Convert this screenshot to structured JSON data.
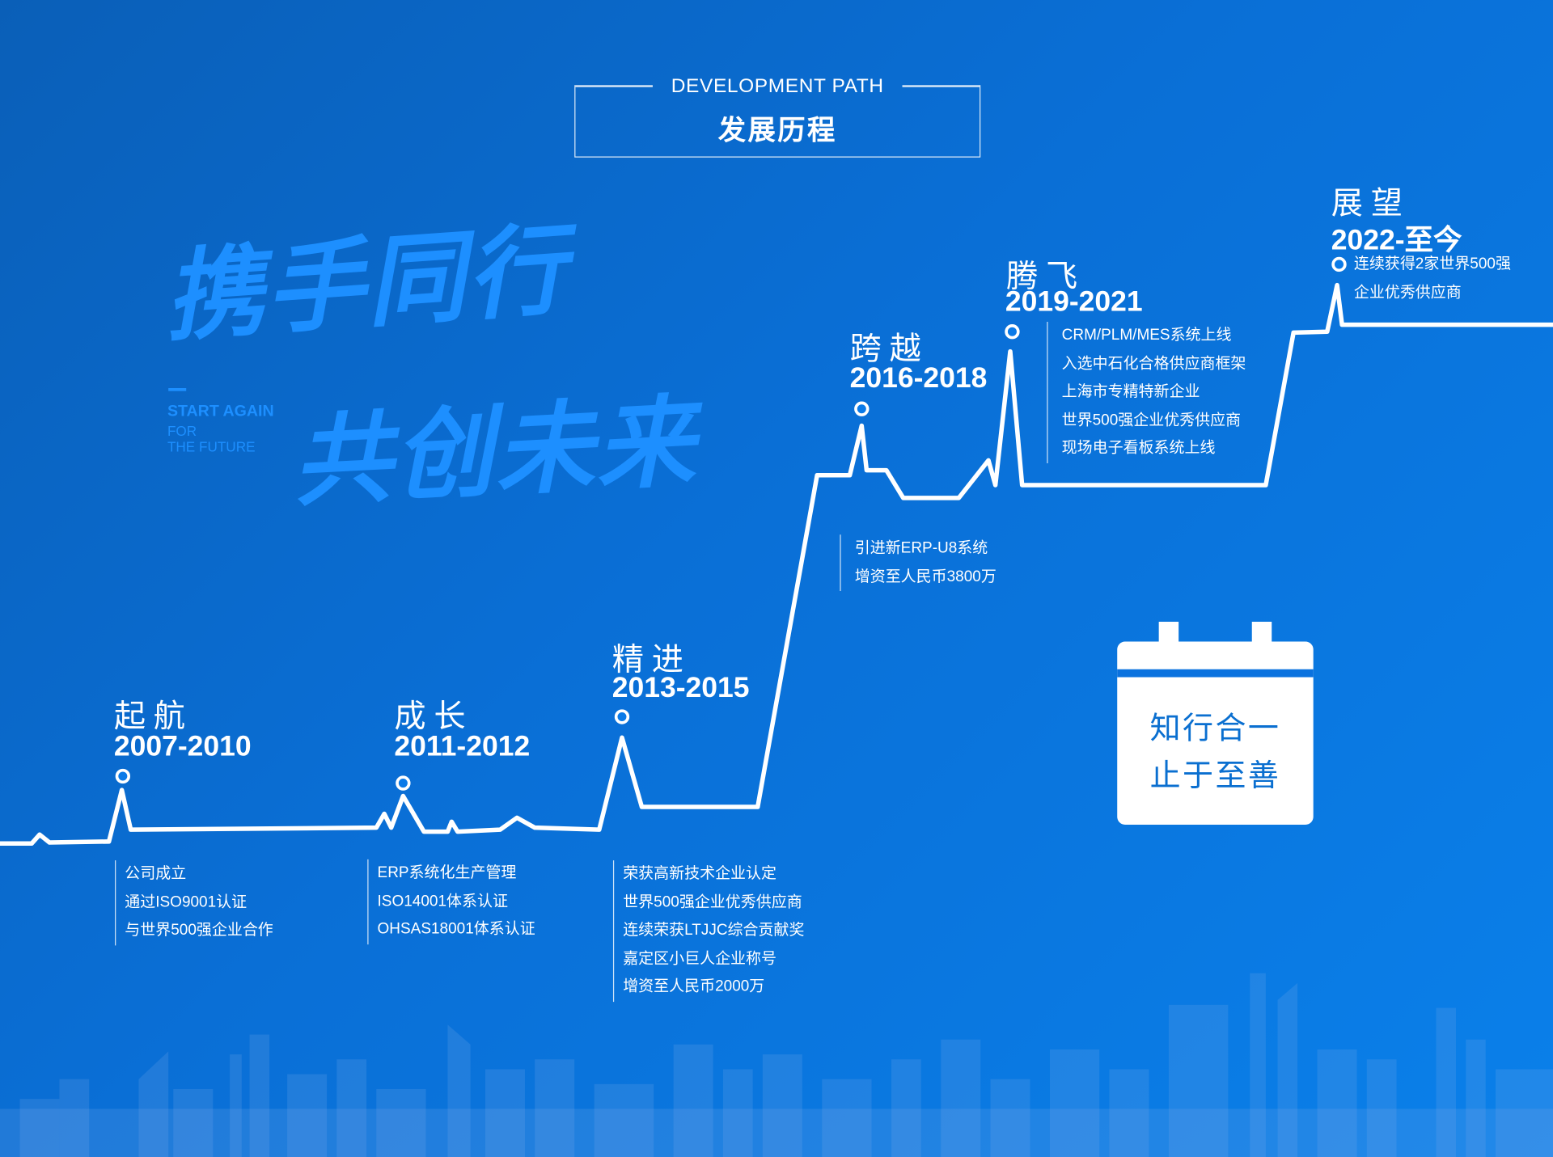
{
  "header": {
    "en": "DEVELOPMENT PATH",
    "cn": "发展历程"
  },
  "slogan": {
    "line1": "携手同行",
    "line2": "共创未来",
    "en1": "START AGAIN",
    "en2": "FOR",
    "en3": "THE FUTURE"
  },
  "stages": [
    {
      "name": "起航",
      "years": "2007-2010",
      "items": [
        "公司成立",
        "通过ISO9001认证",
        "与世界500强企业合作"
      ]
    },
    {
      "name": "成长",
      "years": "2011-2012",
      "items": [
        "ERP系统化生产管理",
        "ISO14001体系认证",
        "OHSAS18001体系认证"
      ]
    },
    {
      "name": "精进",
      "years": "2013-2015",
      "items": [
        "荣获高新技术企业认定",
        "世界500强企业优秀供应商",
        "连续荣获LTJJC综合贡献奖",
        "嘉定区小巨人企业称号",
        "增资至人民币2000万"
      ]
    },
    {
      "name": "跨越",
      "years": "2016-2018",
      "items": [
        "引进新ERP-U8系统",
        "增资至人民币3800万"
      ]
    },
    {
      "name": "腾飞",
      "years": "2019-2021",
      "items": [
        "CRM/PLM/MES系统上线",
        "入选中石化合格供应商框架",
        "上海市专精特新企业",
        "世界500强企业优秀供应商",
        "现场电子看板系统上线"
      ]
    },
    {
      "name": "展望",
      "years": "2022-至今",
      "items": [
        "连续获得2家世界500强",
        "企业优秀供应商"
      ]
    }
  ],
  "calendar": {
    "line1": "知行合一",
    "line2": "止于至善"
  }
}
